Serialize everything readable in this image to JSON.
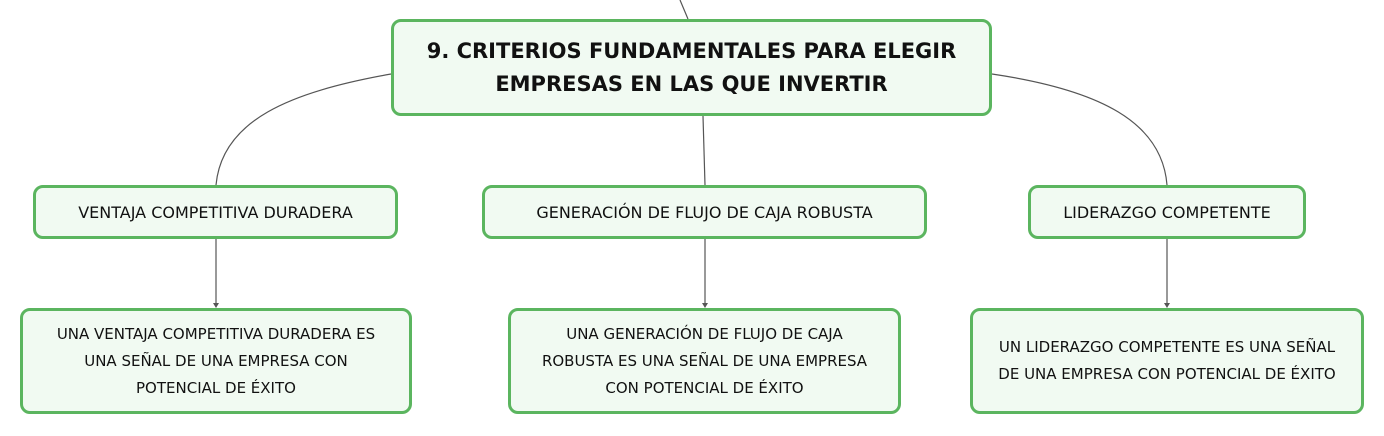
{
  "diagram": {
    "root": {
      "label_line1": "9. CRITERIOS FUNDAMENTALES PARA ELEGIR",
      "label_line2": "EMPRESAS EN LAS QUE INVERTIR"
    },
    "topics": [
      {
        "label": "VENTAJA COMPETITIVA DURADERA",
        "detail_lines": [
          "UNA VENTAJA COMPETITIVA DURADERA ES",
          "UNA SEÑAL DE UNA EMPRESA CON",
          "POTENCIAL DE ÉXITO"
        ]
      },
      {
        "label": "GENERACIÓN DE FLUJO DE CAJA ROBUSTA",
        "detail_lines": [
          "UNA GENERACIÓN DE FLUJO DE CAJA",
          "ROBUSTA ES UNA SEÑAL DE UNA EMPRESA",
          "CON POTENCIAL DE ÉXITO"
        ]
      },
      {
        "label": "LIDERAZGO COMPETENTE",
        "detail_lines": [
          "UN LIDERAZGO COMPETENTE ES UNA SEÑAL",
          "DE UNA EMPRESA CON POTENCIAL DE ÉXITO"
        ]
      }
    ]
  },
  "colors": {
    "node_border": "#5bb55f",
    "node_fill": "#f1faf2",
    "connector": "#555555",
    "text": "#111111"
  }
}
